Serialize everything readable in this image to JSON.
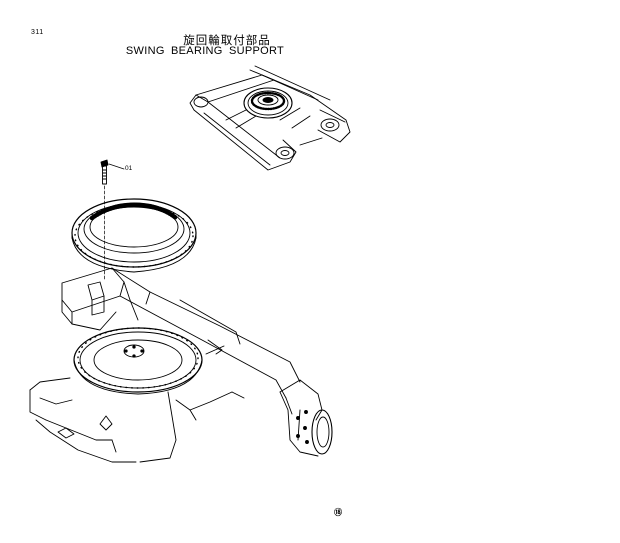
{
  "page": {
    "number": "311",
    "title_jp": "旋回輪取付部品",
    "title_en": "SWING BEARING SUPPORT"
  },
  "callouts": [
    {
      "ref": "01",
      "part": "bolt"
    }
  ],
  "footer": {
    "mark": "⑱"
  }
}
